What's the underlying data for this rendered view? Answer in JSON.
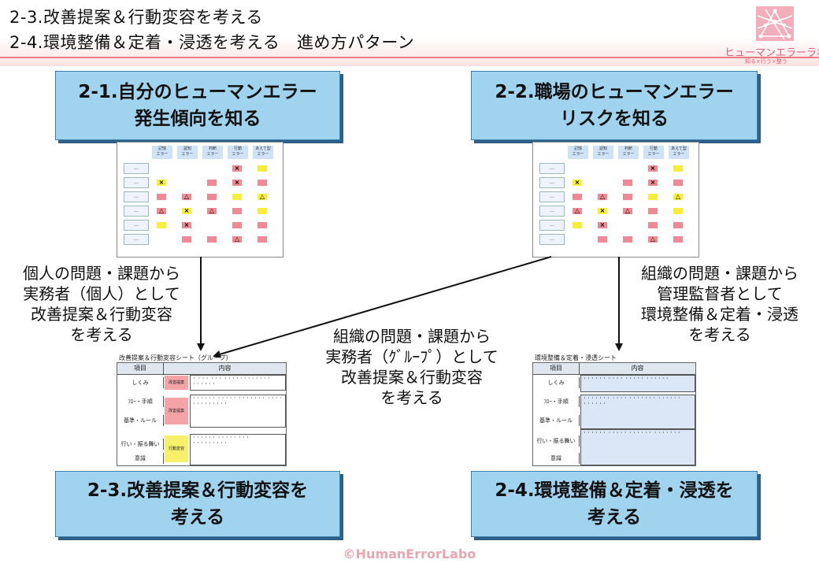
{
  "header": {
    "title_line1": "2-3.改善提案＆行動変容を考える",
    "title_line2": "2-4.環境整備＆定着・浸透を考える　進め方パターン",
    "logo_text": "ヒューマンエラーラボ",
    "logo_sub": "知る×行う×整う",
    "logo_color": "#e0607a"
  },
  "boxes": {
    "b1": {
      "line1": "2-1.自分のヒューマンエラー",
      "line2": "発生傾向を知る"
    },
    "b2": {
      "line1": "2-2.職場のヒューマンエラー",
      "line2": "リスクを知る"
    },
    "b3": {
      "line1": "2-3.改善提案＆行動変容を",
      "line2": "考える"
    },
    "b4": {
      "line1": "2-4.環境整備＆定着・浸透を",
      "line2": "考える"
    }
  },
  "matrix": {
    "headers": [
      "記憶\nエラー",
      "認知\nエラー",
      "判断\nエラー",
      "行動\nエラー",
      "あえて型\nエラー"
    ],
    "row_label": "…",
    "rows": [
      [
        "",
        "",
        "",
        "x_red",
        "y"
      ],
      [
        "x_yel",
        "",
        "r",
        "x_red",
        "r"
      ],
      [
        "r",
        "tri_red",
        "r",
        "y",
        "tri_yel"
      ],
      [
        "tri_red",
        "x_yel",
        "tri_red",
        "r",
        "y"
      ],
      [
        "y",
        "x_red",
        "",
        "r",
        "r"
      ],
      [
        "",
        "r",
        "r",
        "tri_red",
        "r"
      ]
    ]
  },
  "texts": {
    "left": [
      "個人の問題・課題から",
      "実務者（個人）として",
      "改善提案＆行動変容",
      "を考える"
    ],
    "center": [
      "組織の問題・課題から",
      "実務者（ｸﾞﾙｰﾌﾟ）として",
      "改善提案＆行動変容",
      "を考える"
    ],
    "right": [
      "組織の問題・課題から",
      "管理監督者として",
      "環境整備＆定着・浸透",
      "を考える"
    ]
  },
  "sheet_left": {
    "title": "改善提案＆行動変容シート（グループ）",
    "head_item": "項目",
    "head_content": "内容",
    "cat1": "しくみ",
    "cat2": "ﾌﾛｰ・手順",
    "cat3": "基準・ルール",
    "cat4": "行い・振る舞い",
    "cat5": "意識",
    "tag1": "改善提案",
    "tag2": "改善提案",
    "tag3": "行動変容"
  },
  "sheet_right": {
    "title": "環境整備＆定着・浸透シート",
    "head_item": "項目",
    "head_content": "内容",
    "cat1": "しくみ",
    "cat2": "ﾌﾛｰ・手順",
    "cat3": "基準・ルール",
    "cat4": "行い・振る舞い",
    "cat5": "意識"
  },
  "copyright": "©HumanErrorLabo",
  "colors": {
    "box_fill": "#9fd3ee",
    "box_shadow": "#2e5f86",
    "mark_red": "#f08a92",
    "mark_yellow": "#f7ee3a"
  }
}
